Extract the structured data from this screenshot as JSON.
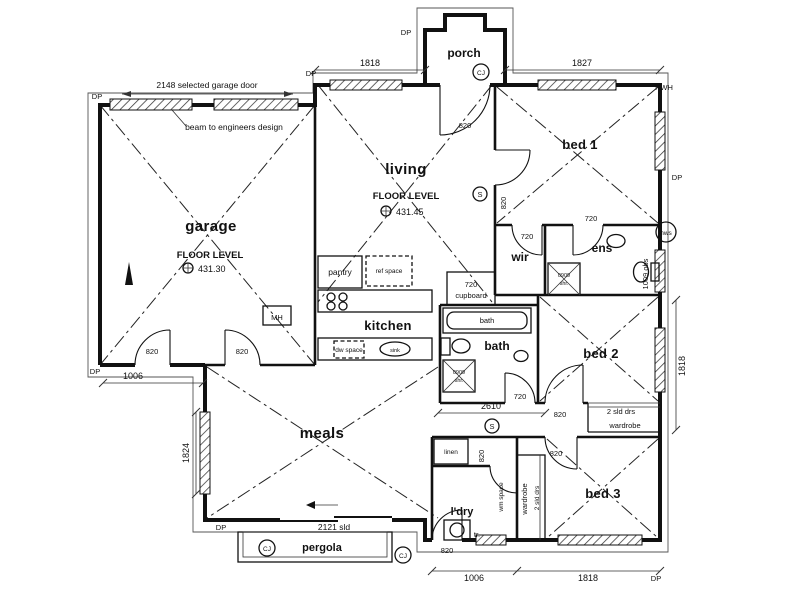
{
  "rooms": {
    "porch": "porch",
    "bed1": "bed 1",
    "living": "living",
    "garage": "garage",
    "wir": "wir",
    "ens": "ens",
    "kitchen": "kitchen",
    "pantry": "pantry",
    "ref_space": "ref space",
    "bath": "bath",
    "bed2": "bed 2",
    "meals": "meals",
    "bed3": "bed 3",
    "ldry": "l'dry",
    "pergola": "pergola"
  },
  "levels": {
    "floor_level": "FLOOR LEVEL",
    "living_value": "431.45",
    "garage_value": "431.30"
  },
  "notes": {
    "garage_door": "2148 selected garage door",
    "beam": "beam to engineers design",
    "cupboard": "cupboard",
    "mh": "MH",
    "dw_space": "dw space",
    "sink": "sink",
    "shower_line1": "0909",
    "shower_line2": "shr.",
    "bath_fixture": "bath",
    "hws": "hws",
    "obs_window": "1009 obs",
    "two_sliding_doors": "2 sld drs",
    "wardrobe": "wardrobe",
    "linen": "linen",
    "wm_space": "wm space",
    "trough": "tr.",
    "meals_sliding": "2121 sld"
  },
  "dims": {
    "d1818": "1818",
    "d1827": "1827",
    "d820": "820",
    "d720": "720",
    "d1006": "1006",
    "d1824": "1824",
    "d2610": "2610"
  },
  "markers": {
    "dp": "DP",
    "cj": "CJ",
    "s": "S",
    "rwh": "RWH"
  }
}
